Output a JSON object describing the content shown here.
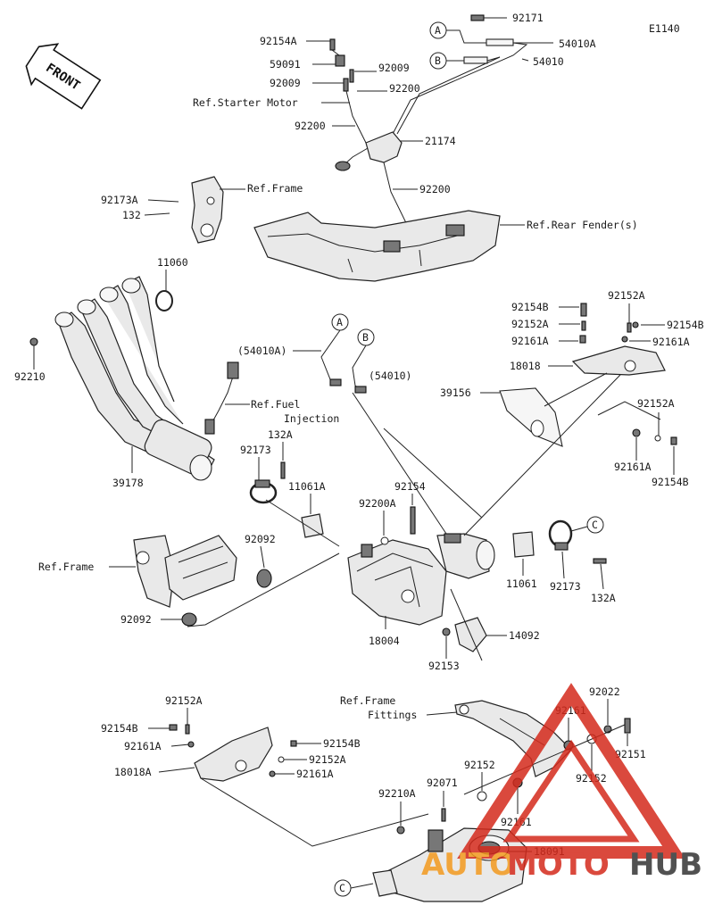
{
  "diagram_code": "E1140",
  "front_label": "FRONT",
  "callouts": {
    "A": "A",
    "B": "B",
    "C": "C"
  },
  "labels": {
    "p92171": "92171",
    "p54010A": "54010A",
    "p54010": "54010",
    "p92154A": "92154A",
    "p59091": "59091",
    "p92009a": "92009",
    "p92009b": "92009",
    "p92200a": "92200",
    "ref_starter": "Ref.Starter Motor",
    "p92200b": "92200",
    "p21174": "21174",
    "p92200c": "92200",
    "p92173A": "92173A",
    "p132": "132",
    "ref_frame1": "Ref.Frame",
    "ref_rear_fender": "Ref.Rear Fender(s)",
    "p11060": "11060",
    "p92210": "92210",
    "p54010A_paren": "(54010A)",
    "p54010_paren": "(54010)",
    "ref_fuel_1": "Ref.Fuel",
    "ref_fuel_2": "Injection",
    "p132A_1": "132A",
    "p92173_1": "92173",
    "p39178": "39178",
    "p11061A": "11061A",
    "p92154_mid": "92154",
    "p92200A": "92200A",
    "p92092_1": "92092",
    "ref_frame2": "Ref.Frame",
    "p92092_2": "92092",
    "p18004": "18004",
    "p92153": "92153",
    "p14092": "14092",
    "p11061": "11061",
    "p92173_2": "92173",
    "p132A_2": "132A",
    "p92154B_1": "92154B",
    "p92152A_1": "92152A",
    "p92161A_1": "92161A",
    "p18018": "18018",
    "p92152A_2": "92152A",
    "p92154B_2": "92154B",
    "p92161A_2": "92161A",
    "p39156": "39156",
    "p92152A_3": "92152A",
    "p92161A_3": "92161A",
    "p92154B_3": "92154B",
    "ref_frame_fit_1": "Ref.Frame",
    "ref_frame_fit_2": "Fittings",
    "p92022": "92022",
    "p92161_1": "92161",
    "p92151": "92151",
    "p92152_1": "92152",
    "p92152_2": "92152",
    "p92071": "92071",
    "p92161_2": "92161",
    "p92210A": "92210A",
    "p18091": "18091",
    "p92152A_4": "92152A",
    "p92154B_4": "92154B",
    "p92161A_4": "92161A",
    "p18018A": "18018A",
    "p92154B_5": "92154B",
    "p92152A_5": "92152A",
    "p92161A_5": "92161A"
  },
  "watermark": {
    "text_auto": "AUTO",
    "text_moto": "MOTO",
    "text_hub": "HUB",
    "color_red": "#d42a1c",
    "color_orange": "#f39a1e",
    "color_dark": "#333333"
  }
}
